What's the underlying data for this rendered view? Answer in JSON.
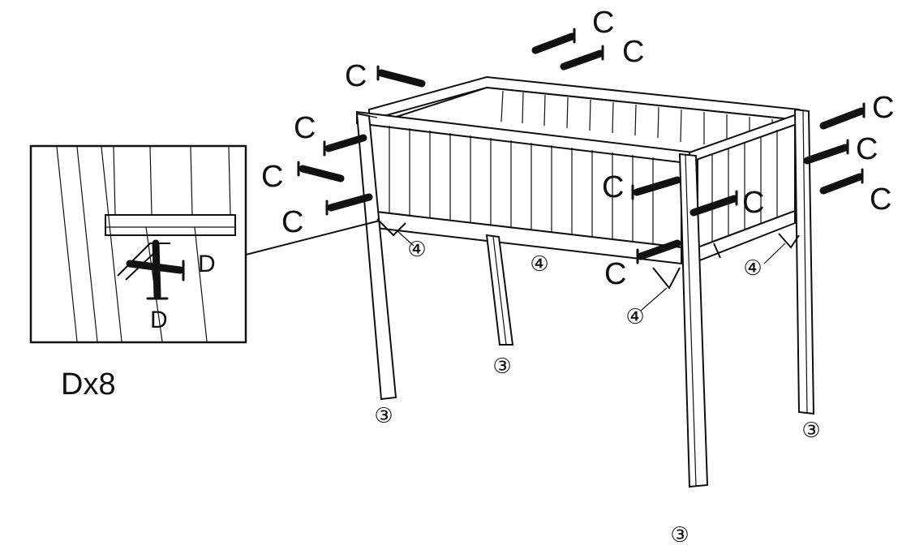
{
  "diagram": {
    "screw_label": "C",
    "bracket_screw_label": "D",
    "part_leg": "③",
    "part_brace": "④",
    "inset_quantity": "Dx8"
  },
  "colors": {
    "ink": "#111111",
    "paper": "#ffffff"
  }
}
